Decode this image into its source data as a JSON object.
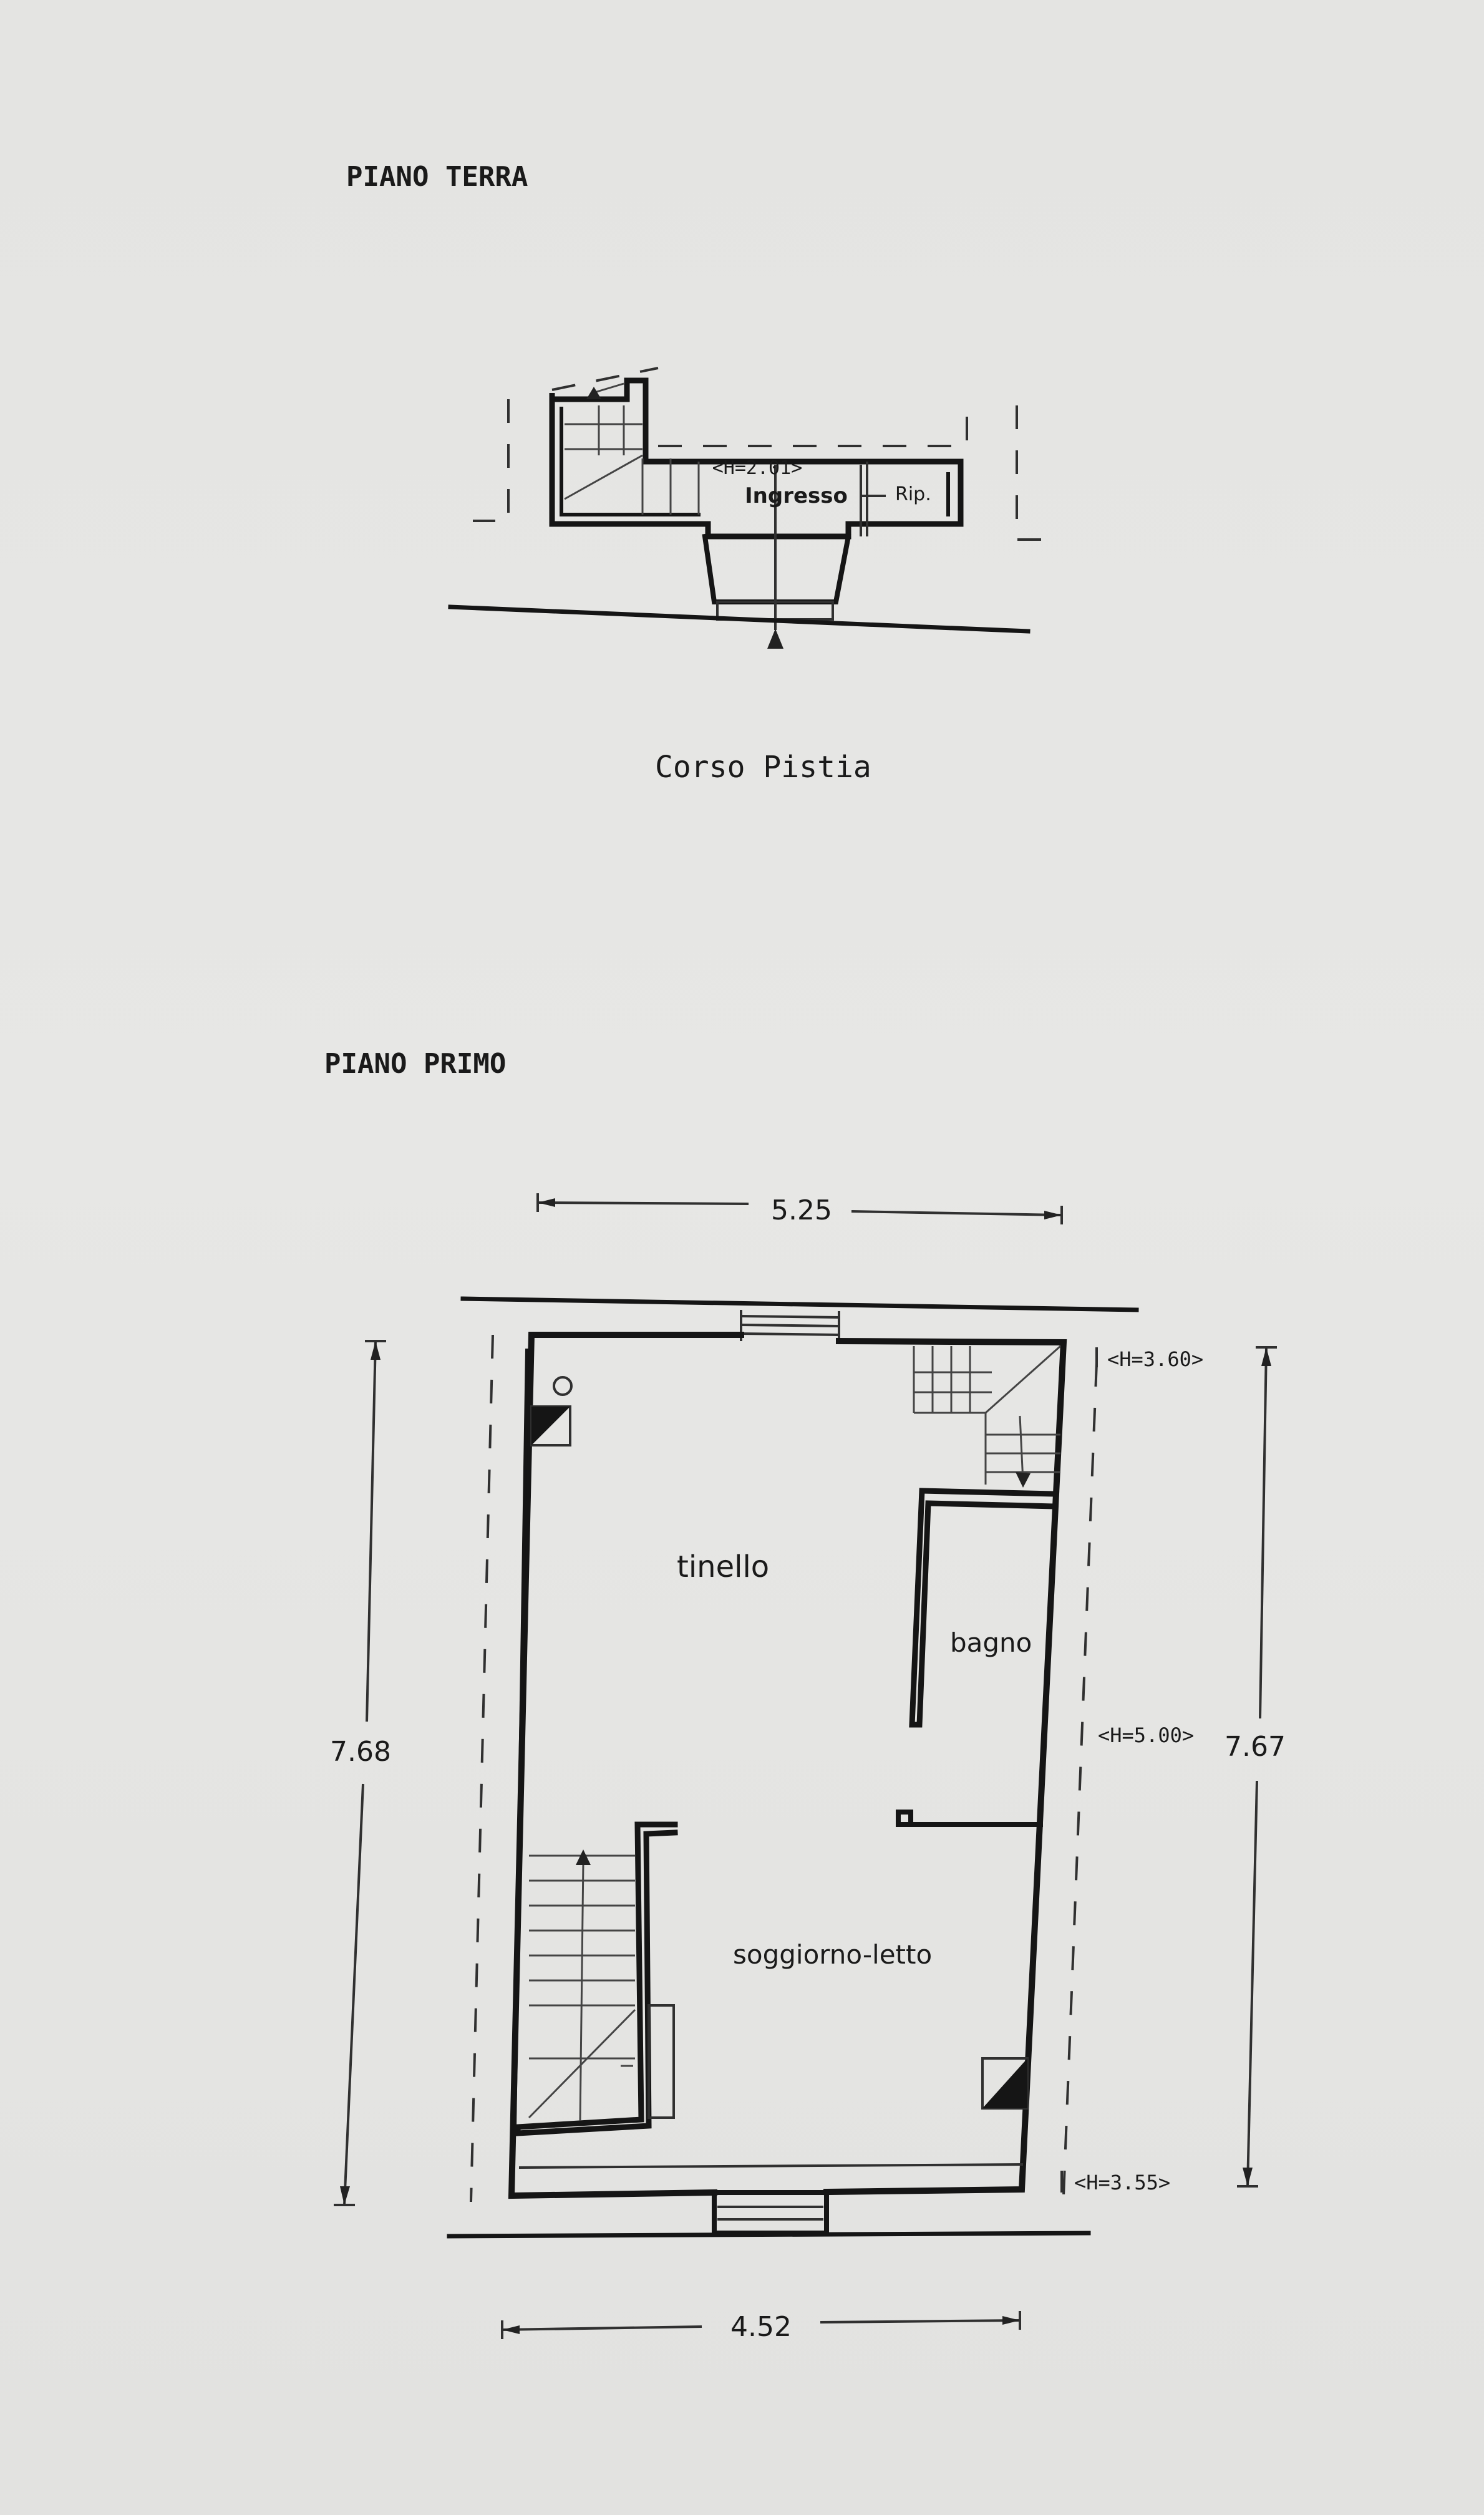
{
  "ground_floor": {
    "title": "PIANO TERRA",
    "height_note": "<H=2.01>",
    "room_entrance": "Ingresso",
    "room_storage": "Rip.",
    "street": "Corso Pistia"
  },
  "first_floor": {
    "title": "PIANO PRIMO",
    "dim_top": "5.25",
    "dim_bottom": "4.52",
    "dim_left": "7.68",
    "dim_right": "7.67",
    "height_top": "<H=3.60>",
    "height_mid": "<H=5.00>",
    "height_bottom": "<H=3.55>",
    "room_dining": "tinello",
    "room_bath": "bagno",
    "room_living": "soggiorno-letto"
  }
}
